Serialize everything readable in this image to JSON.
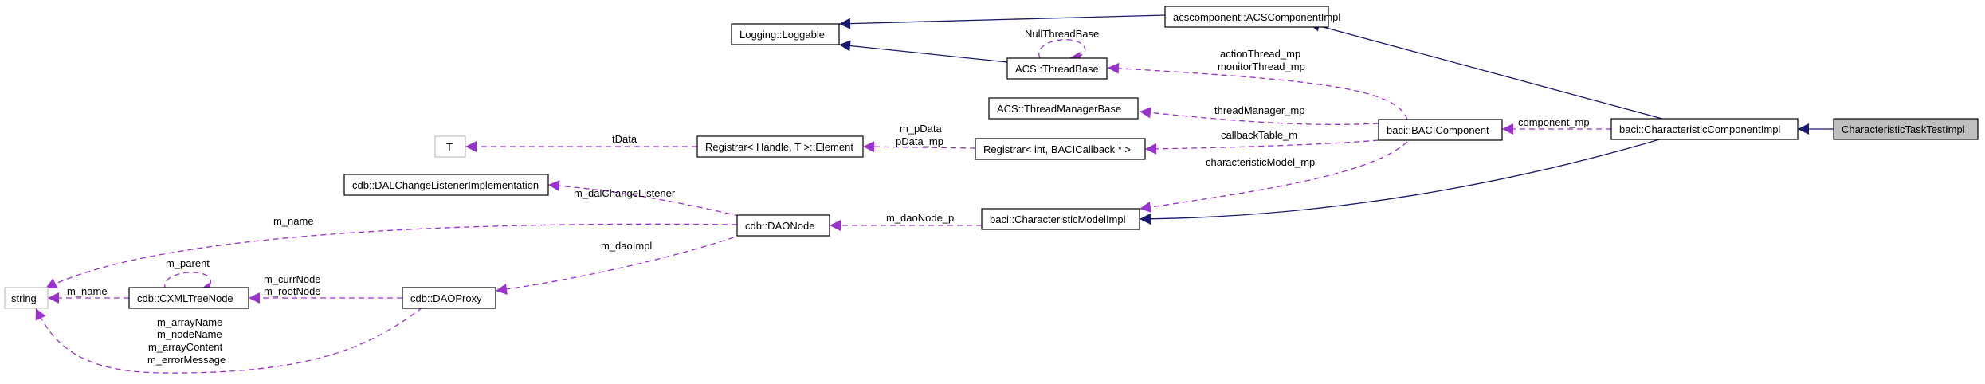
{
  "nodes": {
    "loggable": "Logging::Loggable",
    "acs_component_impl": "acscomponent::ACSComponentImpl",
    "thread_base": "ACS::ThreadBase",
    "thread_manager_base": "ACS::ThreadManagerBase",
    "baci_component": "baci::BACIComponent",
    "characteristic_component_impl": "baci::CharacteristicComponentImpl",
    "characteristic_task_test_impl": "CharacteristicTaskTestImpl",
    "t_param": "T",
    "registrar_element": "Registrar< Handle, T >::Element",
    "registrar_int": "Registrar< int, BACICallback * >",
    "dal_change_listener": "cdb::DALChangeListenerImplementation",
    "dao_node": "cdb::DAONode",
    "characteristic_model_impl": "baci::CharacteristicModelImpl",
    "string": "string",
    "cxml_tree_node": "cdb::CXMLTreeNode",
    "dao_proxy": "cdb::DAOProxy"
  },
  "edge_labels": {
    "null_thread_base": "NullThreadBase",
    "action_thread": "actionThread_mp",
    "monitor_thread": "monitorThread_mp",
    "thread_manager": "threadManager_mp",
    "callback_table": "callbackTable_m",
    "characteristic_model": "characteristicModel_mp",
    "component": "component_mp",
    "t_data": "tData",
    "m_pdata": "m_pData",
    "pdata_mp": "pData_mp",
    "dal_change_listener": "m_dalChangeListener",
    "m_name_top": "m_name",
    "dao_node_p": "m_daoNode_p",
    "dao_impl": "m_daoImpl",
    "m_parent": "m_parent",
    "m_name_left": "m_name",
    "curr_node": "m_currNode",
    "root_node": "m_rootNode",
    "array_name": "m_arrayName",
    "node_name": "m_nodeName",
    "array_content": "m_arrayContent",
    "error_message": "m_errorMessage"
  },
  "colors": {
    "inheritance": "#191970",
    "usage": "#9a32cd",
    "highlight_fill": "#bfbfbf",
    "faint_border": "#bfbfbf"
  }
}
